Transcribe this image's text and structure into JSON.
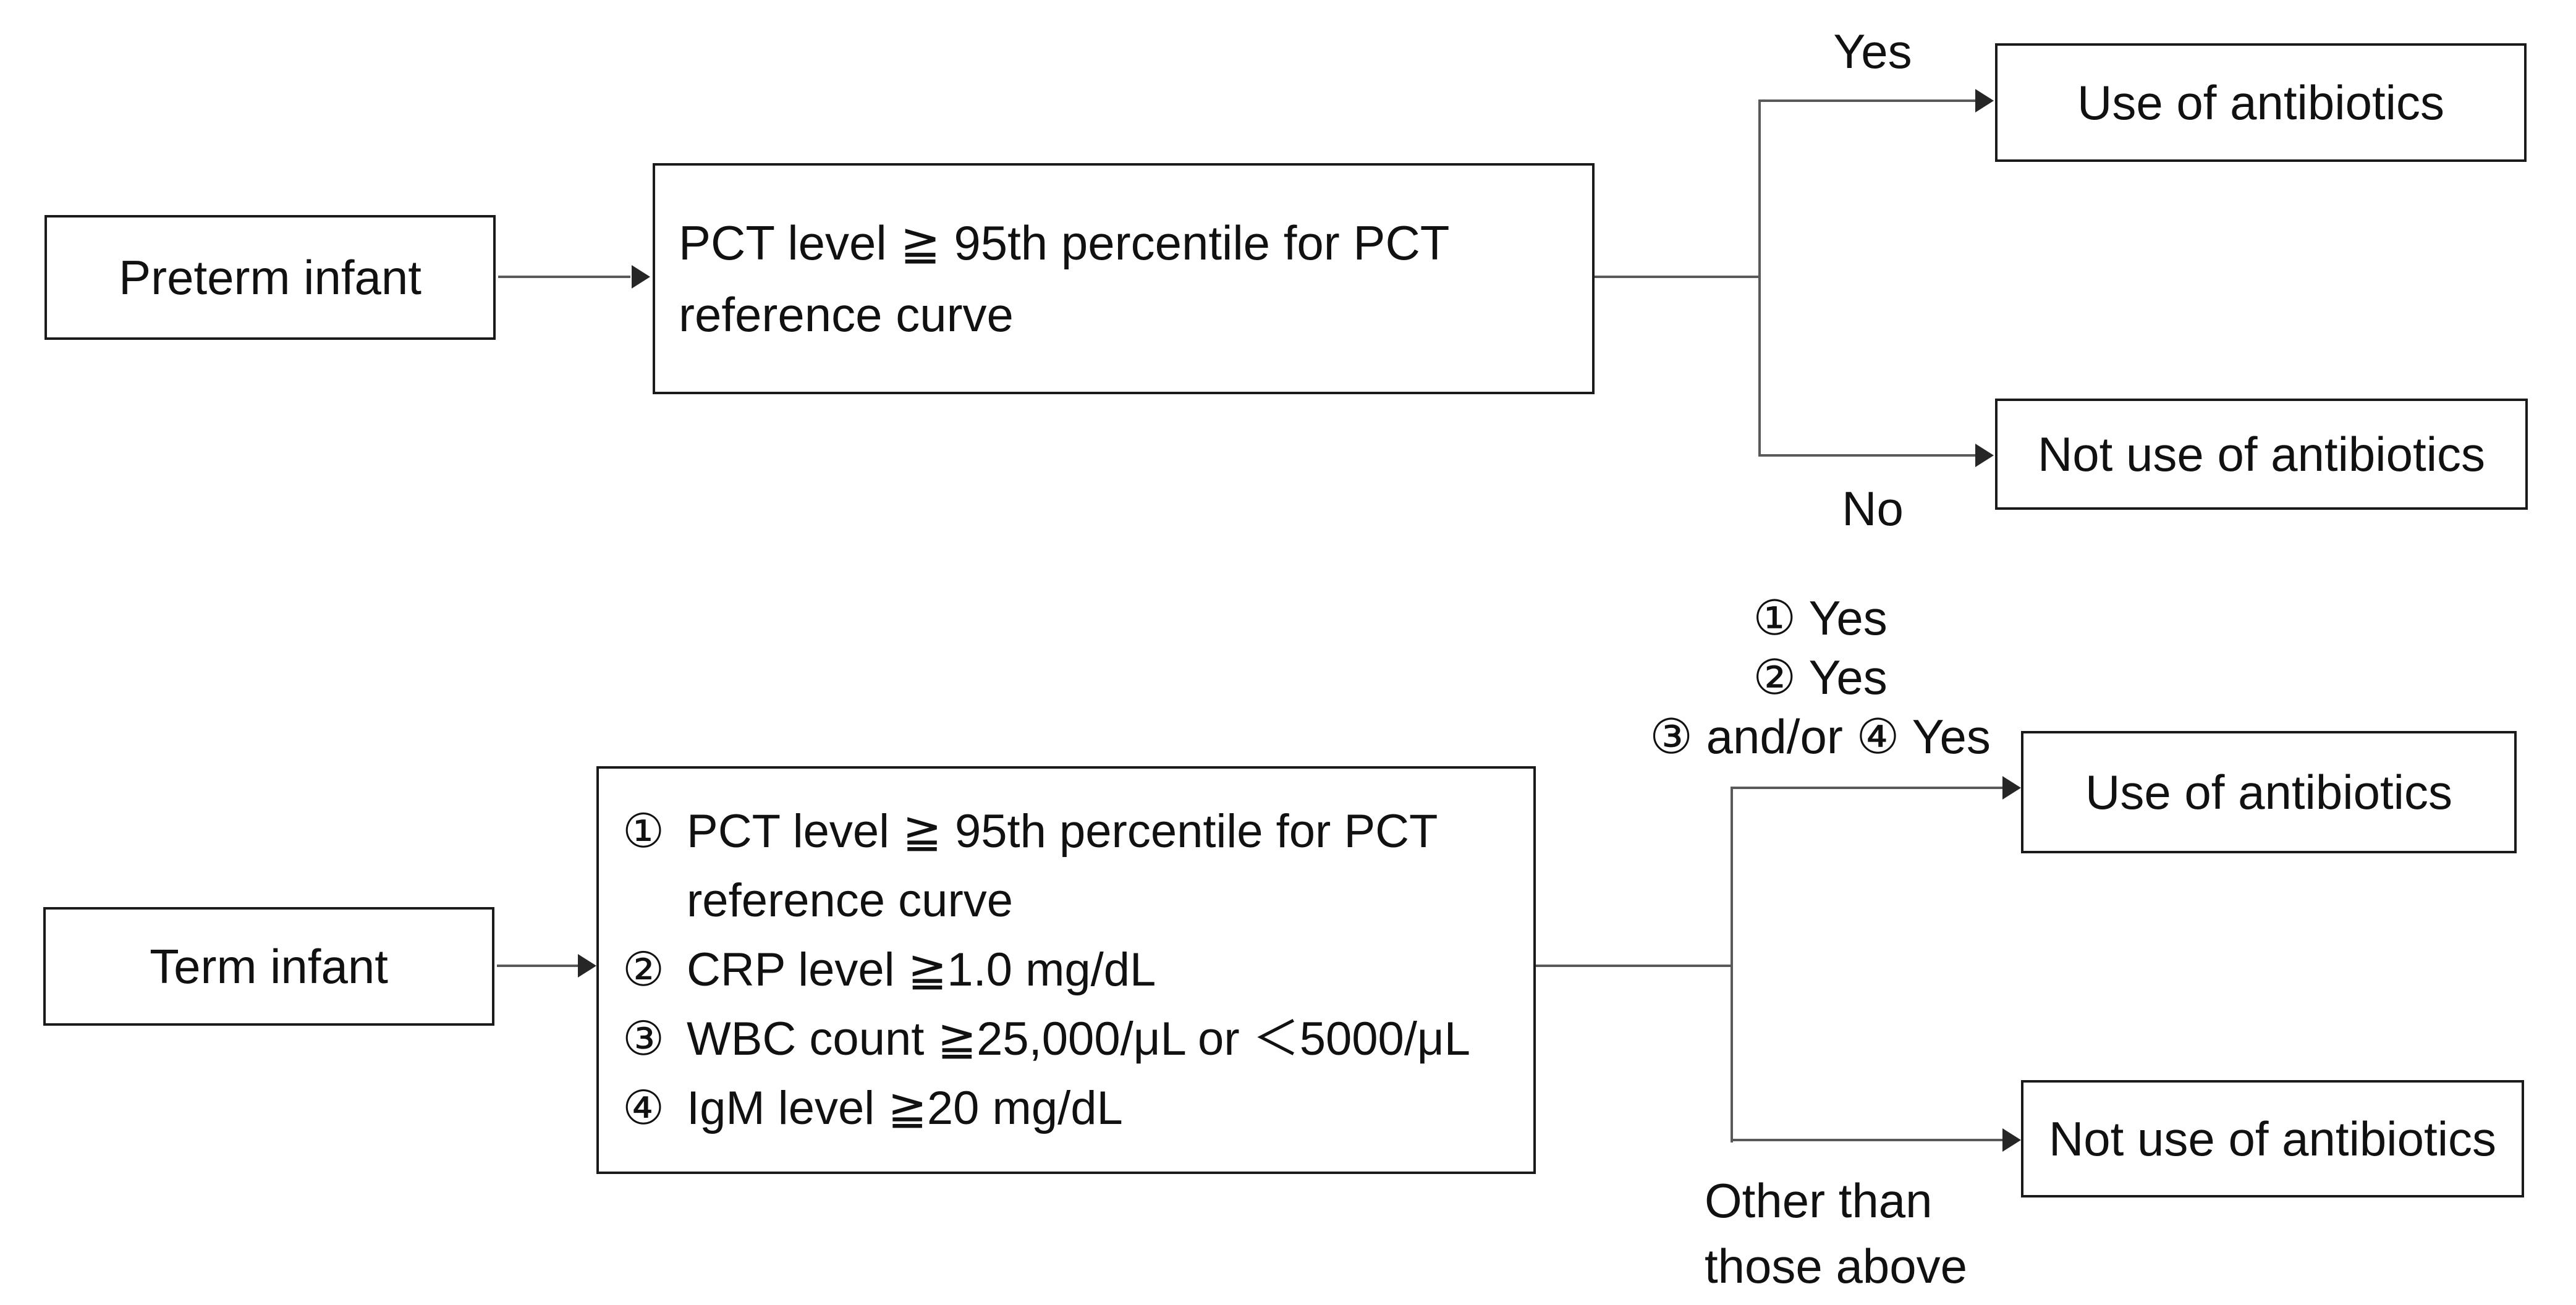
{
  "preterm_flow": {
    "start": "Preterm infant",
    "condition_lines": [
      "PCT level ≧ 95th percentile for PCT",
      "reference curve"
    ],
    "branch_yes": "Yes",
    "branch_no": "No",
    "outcome_yes": "Use of antibiotics",
    "outcome_no": "Not use of antibiotics"
  },
  "term_flow": {
    "start": "Term infant",
    "criteria": [
      {
        "num": "①",
        "lines": [
          "PCT level ≧ 95th percentile for PCT",
          "reference curve"
        ]
      },
      {
        "num": "②",
        "lines": [
          "CRP level ≧1.0 mg/dL"
        ]
      },
      {
        "num": "③",
        "lines": [
          "WBC count ≧25,000/μL or ＜5000/μL"
        ]
      },
      {
        "num": "④",
        "lines": [
          "IgM level ≧20 mg/dL"
        ]
      }
    ],
    "branch_yes_lines": [
      "① Yes",
      "② Yes",
      "③ and/or ④ Yes"
    ],
    "branch_no_lines": [
      "Other than",
      "those above"
    ],
    "outcome_yes": "Use of antibiotics",
    "outcome_no": "Not use of antibiotics"
  },
  "colors": {
    "border": "#1a1a1a",
    "line": "#595959",
    "arrow": "#262626",
    "text": "#111111",
    "background": "#ffffff"
  }
}
